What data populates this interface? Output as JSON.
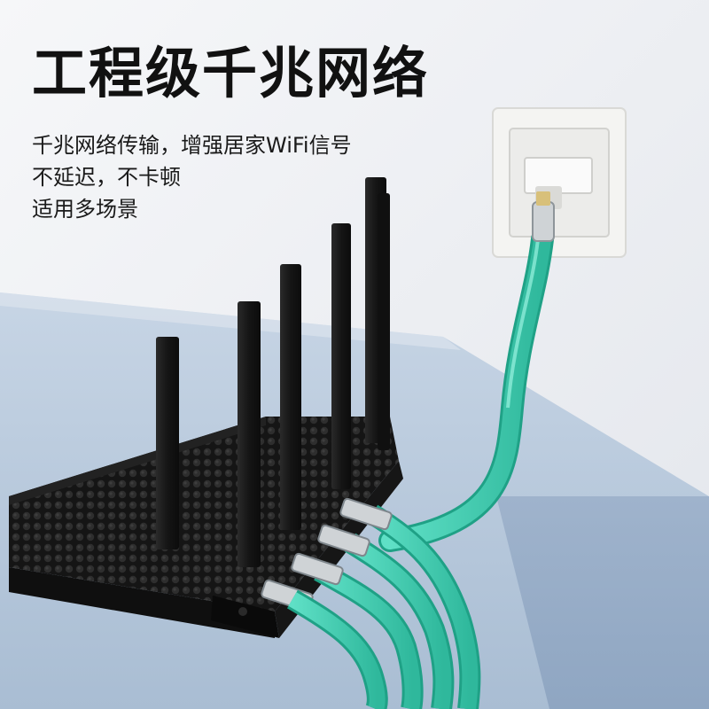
{
  "headline": "工程级千兆网络",
  "description": [
    "千兆网络传输，增强居家WiFi信号",
    "不延迟，不卡顿",
    "适用多场景"
  ],
  "colors": {
    "wall": "#eef0f4",
    "desk": "#b9c9dc",
    "router": "#1b1b1b",
    "cable": "#49d3b7",
    "plug": "#cfd3d6"
  },
  "icons": [
    "router-image",
    "wall-socket-image",
    "ethernet-cable-image"
  ]
}
